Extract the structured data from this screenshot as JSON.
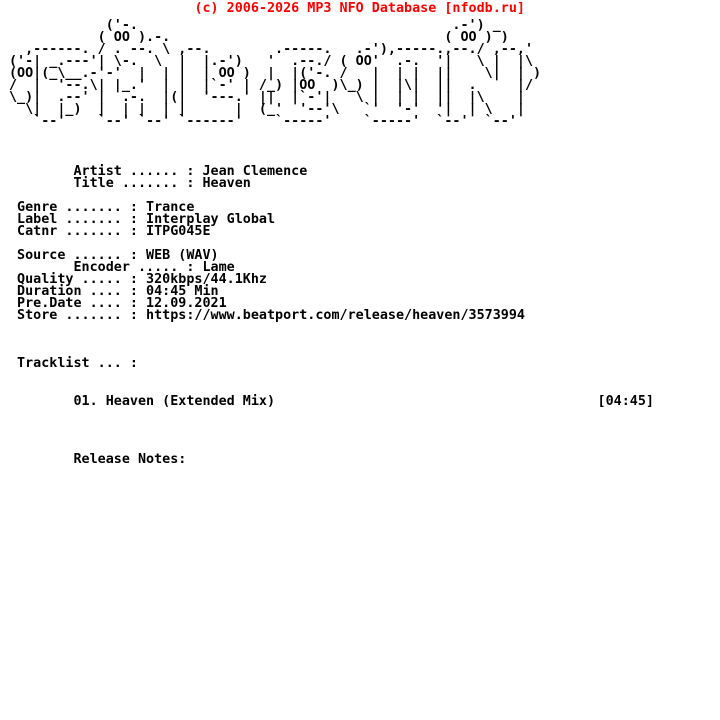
{
  "colors": {
    "background": "#ffffff",
    "text": "#000000",
    "watermark_red": "#ff0000"
  },
  "watermark": {
    "text": "(c) 2006-2026 MP3 NFO Database [nfodb.ru]",
    "indent": 23
  },
  "logo": {
    "word": "FALCON",
    "lines": [
      "            ('-.                                       .-') _",
      "           ( OO ).-.                                  ( OO ) )",
      "  ,------. / . --. \\ ,--.        .-----.   .-'),-----.,--./ ,--,'",
      "('-| _.---'| \\-.  \\  |  |.-')   '  .--./ ( OO'  .-.  '|   \\ |  |\\",
      "(OO|(_\\__.-'-'  |  | |  | OO )  |  |('-. /   |  | |  ||    \\|  | )",
      "/  |  '--.\\| |_.'  | |  |`-' | /_) |OO  )\\_) |  |\\|  ||  .     |/",
      "\\_)|  .--' |  .-.  |(|  '---.' ||  |`-'|   \\ |  | |  ||  |\\    |",
      "  \\|  |_)  |  | |  | |      |  (_'  '--'\\   `'  '-'  '|  | \\   |",
      "   `--'    `--' `--' `------'    `-----'    `-----'  `--'  `--'"
    ]
  },
  "info_blocks": [
    [
      {
        "indent": 8,
        "label": "Artist",
        "dots": "......",
        "value": "Jean Clemence"
      },
      {
        "indent": 8,
        "label": "Title",
        "dots": ".......",
        "value": "Heaven"
      }
    ],
    [
      {
        "indent": 1,
        "label": "Genre",
        "dots": ".......",
        "value": "Trance"
      },
      {
        "indent": 1,
        "label": "Label",
        "dots": ".......",
        "value": "Interplay Global"
      },
      {
        "indent": 1,
        "label": "Catnr",
        "dots": ".......",
        "value": "ITPG045E"
      }
    ],
    [
      {
        "indent": 1,
        "label": "Source",
        "dots": "......",
        "value": "WEB (WAV)"
      },
      {
        "indent": 8,
        "label": "Encoder",
        "dots": ".....",
        "value": "Lame"
      },
      {
        "indent": 1,
        "label": "Quality",
        "dots": ".....",
        "value": "320kbps/44.1Khz"
      },
      {
        "indent": 1,
        "label": "Duration",
        "dots": "....",
        "value": "04:45 Min"
      },
      {
        "indent": 1,
        "label": "Pre.Date",
        "dots": "....",
        "value": "12.09.2021"
      },
      {
        "indent": 1,
        "label": "Store",
        "dots": ".......",
        "value": "https://www.beatport.com/release/heaven/3573994"
      }
    ]
  ],
  "tracklist": {
    "header": {
      "indent": 1,
      "label": "Tracklist",
      "dots": "...",
      "value": ""
    },
    "tracks": [
      {
        "indent": 8,
        "number": "01.",
        "title": "Heaven (Extended Mix)",
        "duration": "[04:45]",
        "duration_col": 73
      }
    ]
  },
  "notes": {
    "indent": 8,
    "label": "Release Notes:"
  }
}
